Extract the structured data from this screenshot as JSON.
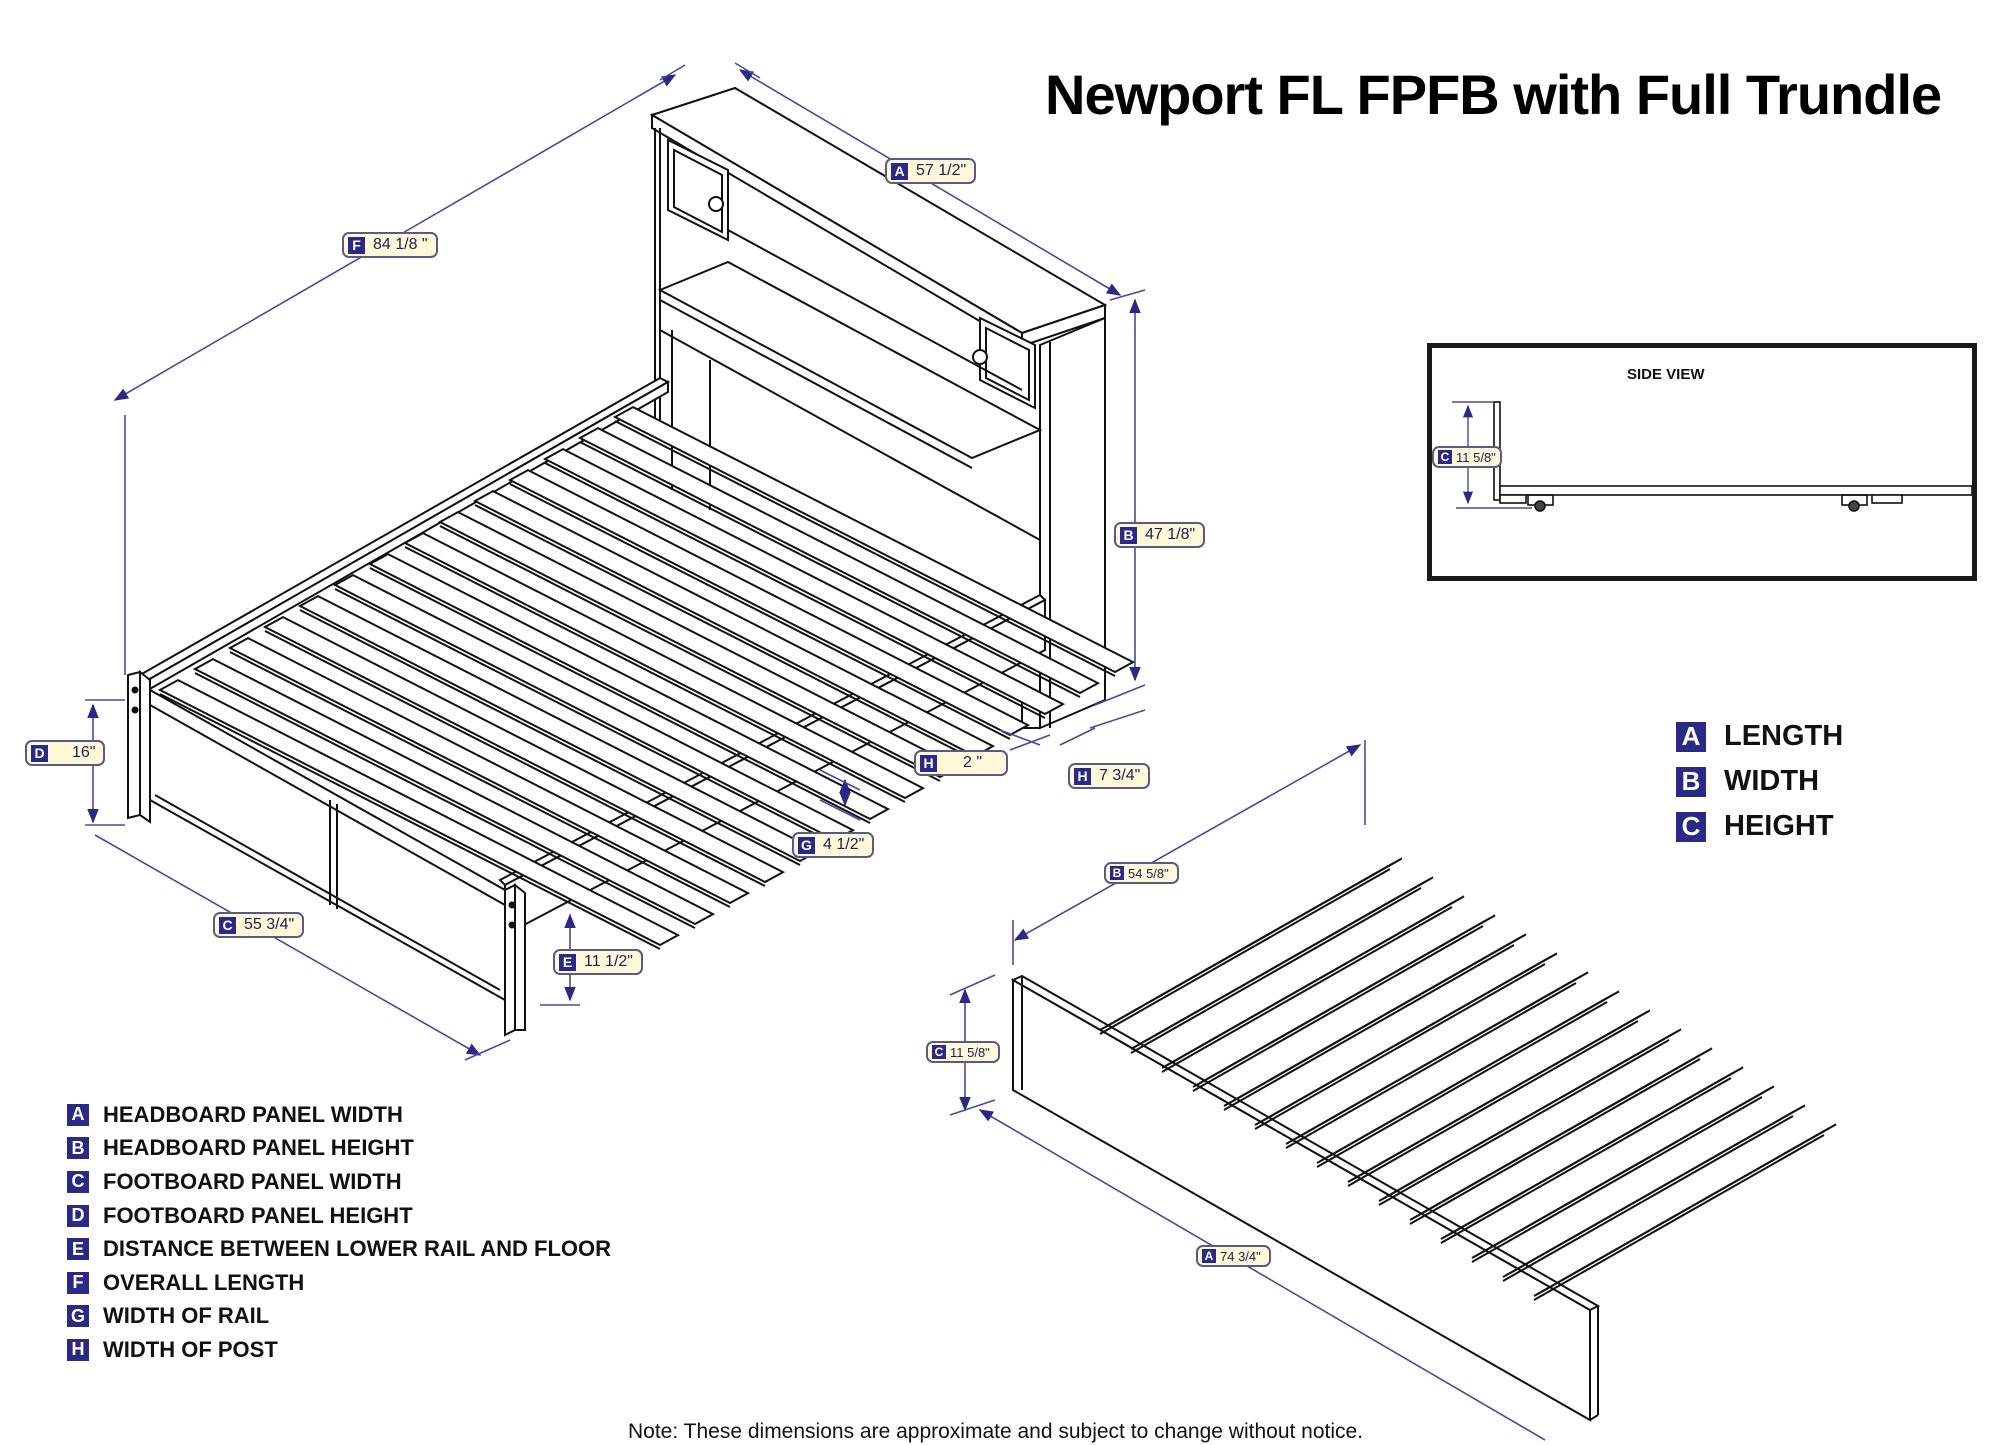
{
  "title": "Newport FL FPFB with Full Trundle",
  "colors": {
    "badge": "#2a2a86",
    "label_bg": "#fdf9d8",
    "dimension_line": "#4a4a9a",
    "drawing_line": "#111111"
  },
  "bed_dimensions": [
    {
      "code": "A",
      "value": "57 1/2\""
    },
    {
      "code": "F",
      "value": "84 1/8 \""
    },
    {
      "code": "B",
      "value": "47 1/8\""
    },
    {
      "code": "D",
      "value": "16\""
    },
    {
      "code": "H",
      "value": "2 \""
    },
    {
      "code": "H",
      "value": "7 3/4\""
    },
    {
      "code": "G",
      "value": "4 1/2\""
    },
    {
      "code": "C",
      "value": "55 3/4\""
    },
    {
      "code": "E",
      "value": "11 1/2\""
    }
  ],
  "trundle_dimensions": [
    {
      "code": "B",
      "value": "54 5/8\""
    },
    {
      "code": "C",
      "value": "11 5/8\""
    },
    {
      "code": "A",
      "value": "74 3/4\""
    }
  ],
  "side_view": {
    "title": "SIDE VIEW",
    "dimension": {
      "code": "C",
      "value": "11 5/8\""
    }
  },
  "legend_short": [
    {
      "code": "A",
      "label": "LENGTH"
    },
    {
      "code": "B",
      "label": "WIDTH"
    },
    {
      "code": "C",
      "label": "HEIGHT"
    }
  ],
  "legend_main": [
    {
      "code": "A",
      "label": "HEADBOARD PANEL WIDTH"
    },
    {
      "code": "B",
      "label": "HEADBOARD PANEL HEIGHT"
    },
    {
      "code": "C",
      "label": "FOOTBOARD PANEL WIDTH"
    },
    {
      "code": "D",
      "label": "FOOTBOARD PANEL HEIGHT"
    },
    {
      "code": "E",
      "label": "DISTANCE BETWEEN LOWER RAIL AND FLOOR"
    },
    {
      "code": "F",
      "label": "OVERALL LENGTH"
    },
    {
      "code": "G",
      "label": "WIDTH OF RAIL"
    },
    {
      "code": "H",
      "label": "WIDTH OF POST"
    }
  ],
  "note": "Note:  These dimensions are approximate and subject to change without notice."
}
